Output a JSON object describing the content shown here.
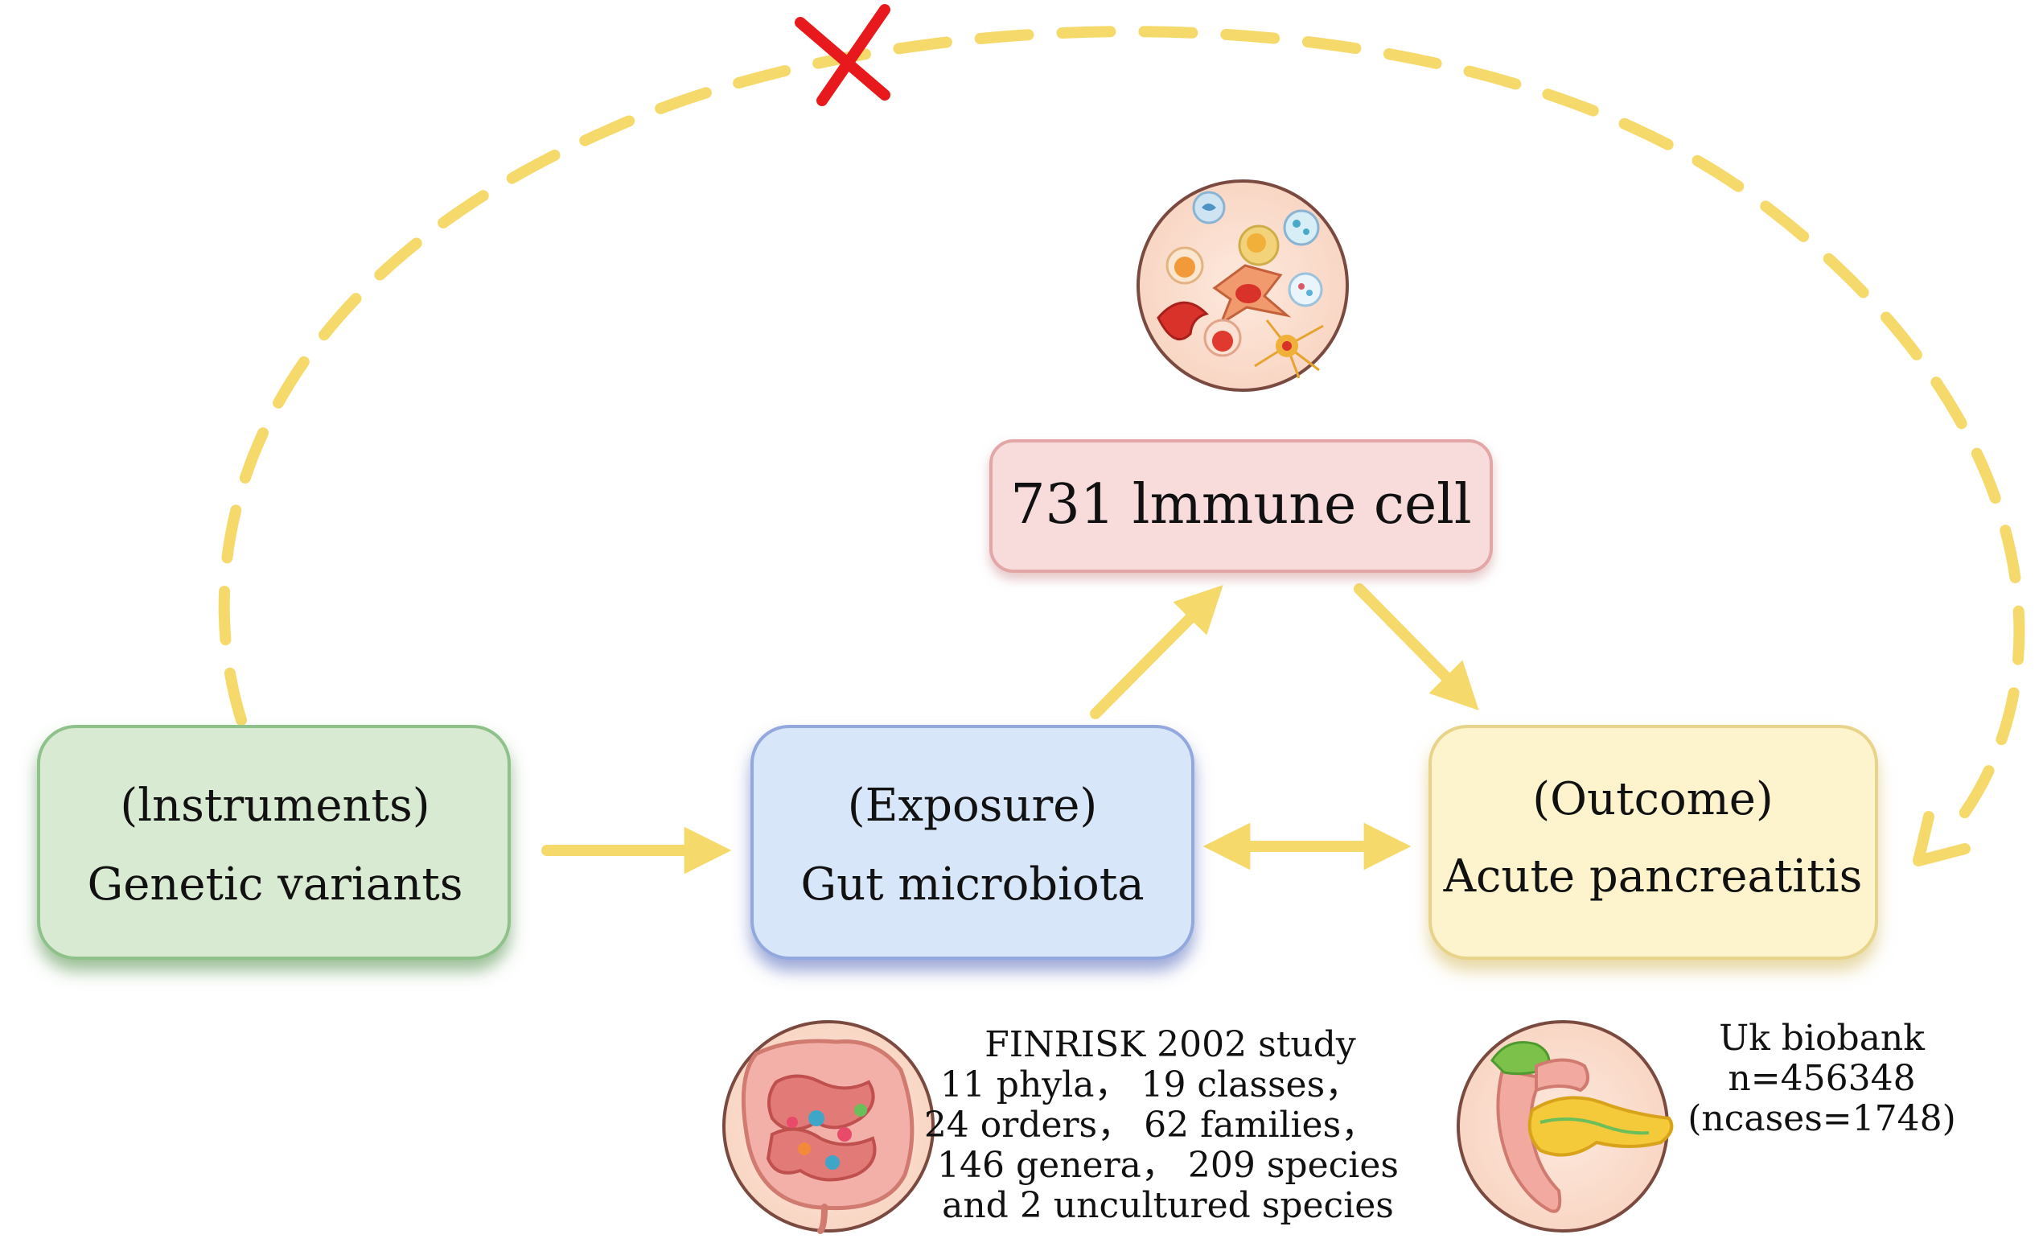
{
  "nodes": {
    "immune": {
      "label": "731 lmmune cell"
    },
    "instruments": {
      "role": "(lnstruments)",
      "label": "Genetic variants"
    },
    "exposure": {
      "role": "(Exposure)",
      "label": "Gut microbiota"
    },
    "outcome": {
      "role": "(Outcome)",
      "label": "Acute pancreatitis"
    }
  },
  "notes": {
    "microbiota": [
      "FINRISK 2002 study",
      "11 phyla， 19 classes，",
      "24 orders， 62 families，",
      "146 genera， 209 species",
      "and 2 uncultured species"
    ],
    "biobank": [
      "Uk biobank",
      "n=456348",
      "(ncases=1748)"
    ]
  },
  "icons": {
    "immune": "immune-cells-icon",
    "intestine": "intestine-icon",
    "pancreas": "pancreas-icon",
    "blocked": "red-cross-icon"
  },
  "colors": {
    "arrow": "#f5da6b",
    "cross": "#e8191c",
    "instruments_fill": "#d9ead3",
    "instruments_border": "#8fc28a",
    "exposure_fill": "#d8e6f9",
    "exposure_border": "#93a8dd",
    "outcome_fill": "#fdf3cc",
    "outcome_border": "#e7d48a",
    "immune_fill": "#f8dcdc",
    "immune_border": "#e3a6a6"
  }
}
